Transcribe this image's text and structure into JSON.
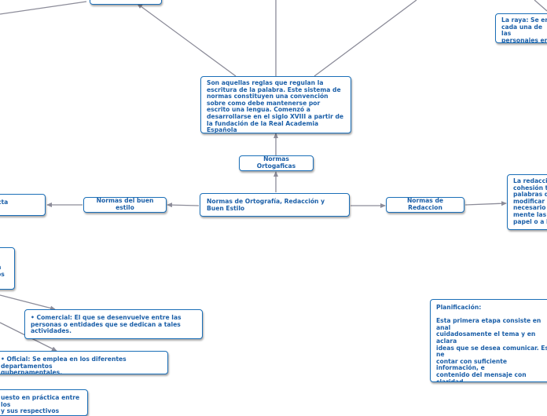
{
  "nodes": {
    "top_left_box": "",
    "raya": "La raya: Se em\ncada una de las\npersonajes en",
    "ortografia_def": "Son aquellas reglas que regulan la escritura de la palabra. Este sistema de normas constituyen una convención sobre como debe mantenerse por escrito una lengua. Comenzó a desarrollarse en el siglo XVIII a partir de la fundación de la Real Academia Española",
    "normas_ortograficas": "Normas Ortogaficas",
    "central": "Normas de Ortografía, Redacción y Buen Estilo",
    "buen_estilo": "Normas del buen estilo",
    "left_cut": "cta",
    "normas_redaccion": "Normas de Redaccion",
    "redaccion_def": "La redacció\ncohesión te\npalabras de\nmodificar la\nnecesario c\nmente las l\npapel o a la",
    "left_box2": "n\nos",
    "comercial": "• Comercial: El que se desenvuelve entre las personas o entidades que se dedican a tales actividades.",
    "oficial": "• Oficial: Se emplea en los diferentes departamentos\ngubernamentales.",
    "bottom_left": "uesto en práctica entre los\ny sus respectivos",
    "planificacion": "Planificación:\n\nEsta primera etapa consiste en anal\ncuidadosamente el tema y en aclara\nideas que se desea comunicar. Es ne\ncontar con suficiente información, e\ncontenido del mensaje con claridad,\ncifras, datos, fechas, citas y un esqu\nguía que comprenda el orden en que\naparecer todo el contenido del mens\nse quiere comunicar."
  },
  "colors": {
    "border": "#1b6fb8",
    "text": "#1b5fa8",
    "connector": "#8c8c99"
  }
}
